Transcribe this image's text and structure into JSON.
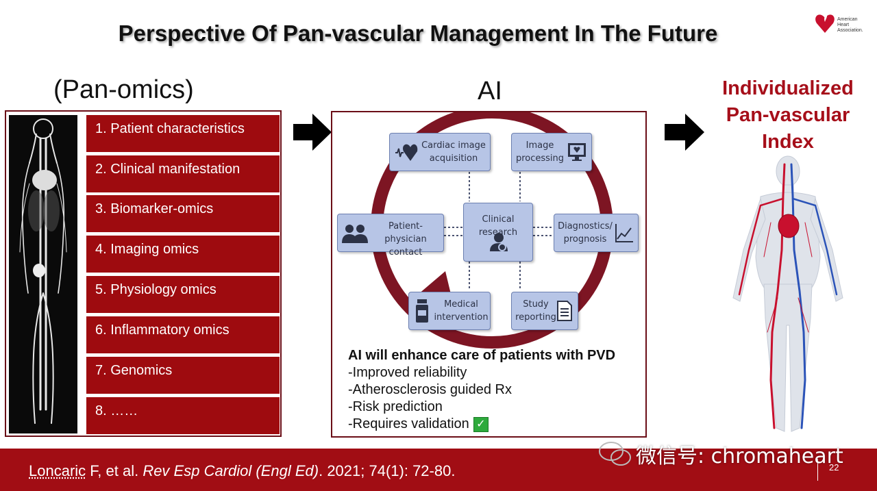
{
  "title": "Perspective Of Pan-vascular Management In The Future",
  "logo_text": [
    "American",
    "Heart",
    "Association."
  ],
  "left_heading": "(Pan-omics)",
  "mid_heading": "AI",
  "right_heading": [
    "Individualized",
    "Pan-vascular",
    "Index"
  ],
  "omics": [
    "1. Patient characteristics",
    "2. Clinical manifestation",
    "3. Biomarker-omics",
    "4. Imaging omics",
    "5. Physiology omics",
    "6. Inflammatory omics",
    "7. Genomics",
    "8. ……"
  ],
  "ai_nodes": {
    "cardiac": "Cardiac image\nacquisition",
    "image_processing": "Image\nprocessing",
    "patient": "Patient-physician\ncontact",
    "clinical": "Clinical research",
    "diagnostics": "Diagnostics/\nprognosis",
    "medical": "Medical\nintervention",
    "study": "Study\nreporting"
  },
  "ai_text": {
    "heading": "AI will enhance care of patients with PVD",
    "items": [
      "-Improved reliability",
      "-Atherosclerosis guided Rx",
      "-Risk prediction",
      "-Requires validation"
    ]
  },
  "citation": {
    "author": "Loncaric",
    "rest1": " F, et al. ",
    "journal": "Rev Esp Cardiol",
    "rest2": " (Engl Ed)",
    "rest3": ". 2021; 74(1): 72-80."
  },
  "page_number": "22",
  "watermark": "微信号: chromaheart",
  "colors": {
    "brand_red": "#9e0b0f",
    "footer_red": "#a10d14",
    "node_blue": "#b7c5e6",
    "check_green": "#2eaa3c"
  },
  "icons": [
    "aha-heart-torch-icon",
    "arrow-right-icon",
    "heart-waveform-icon",
    "monitor-heart-icon",
    "users-icon",
    "doctor-search-icon",
    "chart-line-icon",
    "medicine-bottle-icon",
    "document-icon",
    "checkmark-icon",
    "wechat-icon"
  ]
}
